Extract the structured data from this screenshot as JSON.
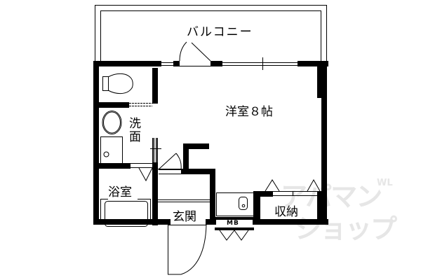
{
  "floorplan": {
    "rooms": {
      "balcony": "バルコニー",
      "western_room": "洋室８帖",
      "washroom": "洗\n面",
      "washroom_line1": "洗",
      "washroom_line2": "面",
      "bathroom": "浴室",
      "entrance": "玄関",
      "storage": "収納",
      "meter_box": "MB"
    }
  },
  "watermark": {
    "line1": "アパマン",
    "line2": "ショップ",
    "mark": "WL"
  }
}
